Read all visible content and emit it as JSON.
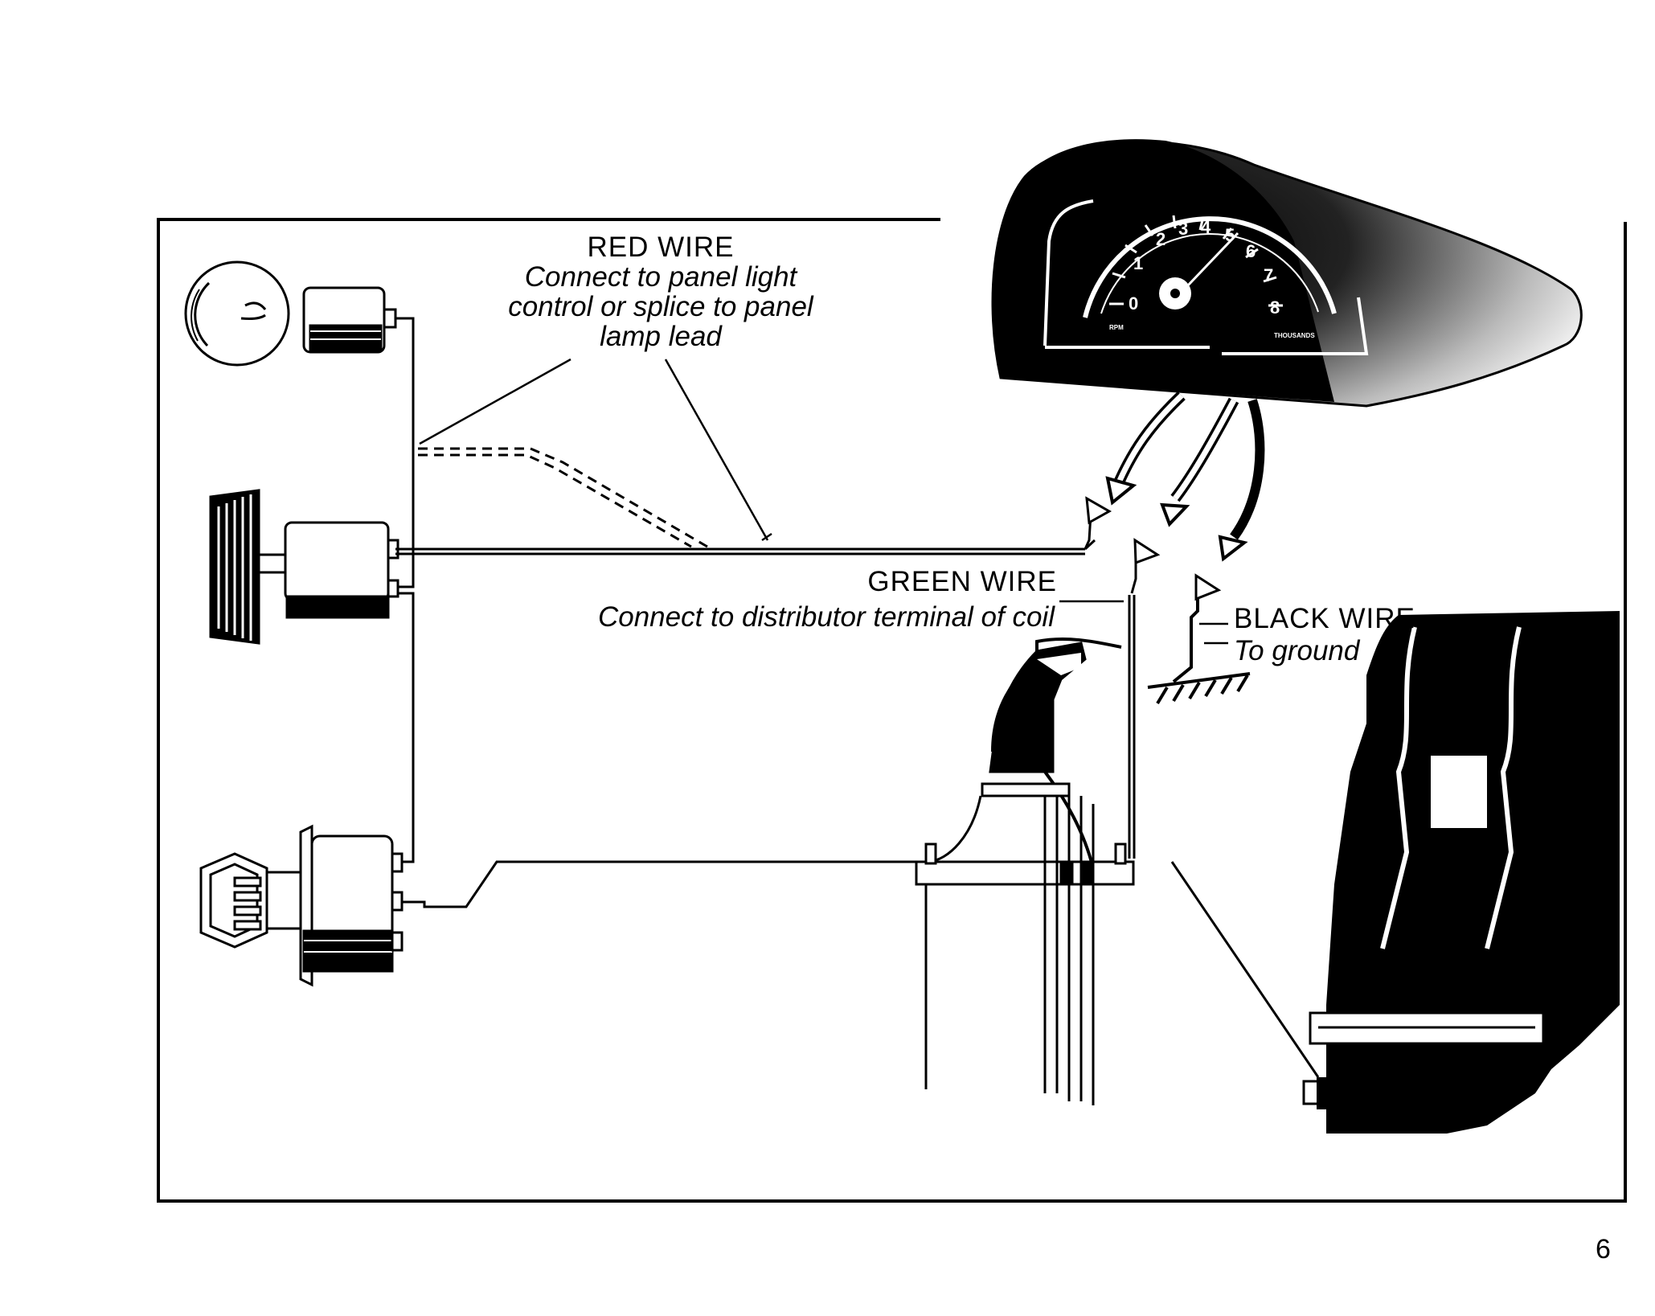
{
  "labels": {
    "red_wire": {
      "title": "RED WIRE",
      "line1": "Connect to panel light",
      "line2": "control or splice to panel",
      "line3": "lamp lead"
    },
    "green_wire": {
      "title": "GREEN WIRE",
      "line1": "Connect to distributor terminal of coil"
    },
    "black_wire": {
      "title": "BLACK WIRE",
      "line1": "To ground"
    }
  },
  "tachometer": {
    "dial_numbers": [
      "0",
      "1",
      "2",
      "3",
      "4",
      "5",
      "6",
      "7",
      "8"
    ],
    "rpm_label": "RPM",
    "units_label": "THOUSANDS"
  },
  "page_number": "6",
  "colors": {
    "ink": "#000000",
    "paper": "#ffffff"
  }
}
